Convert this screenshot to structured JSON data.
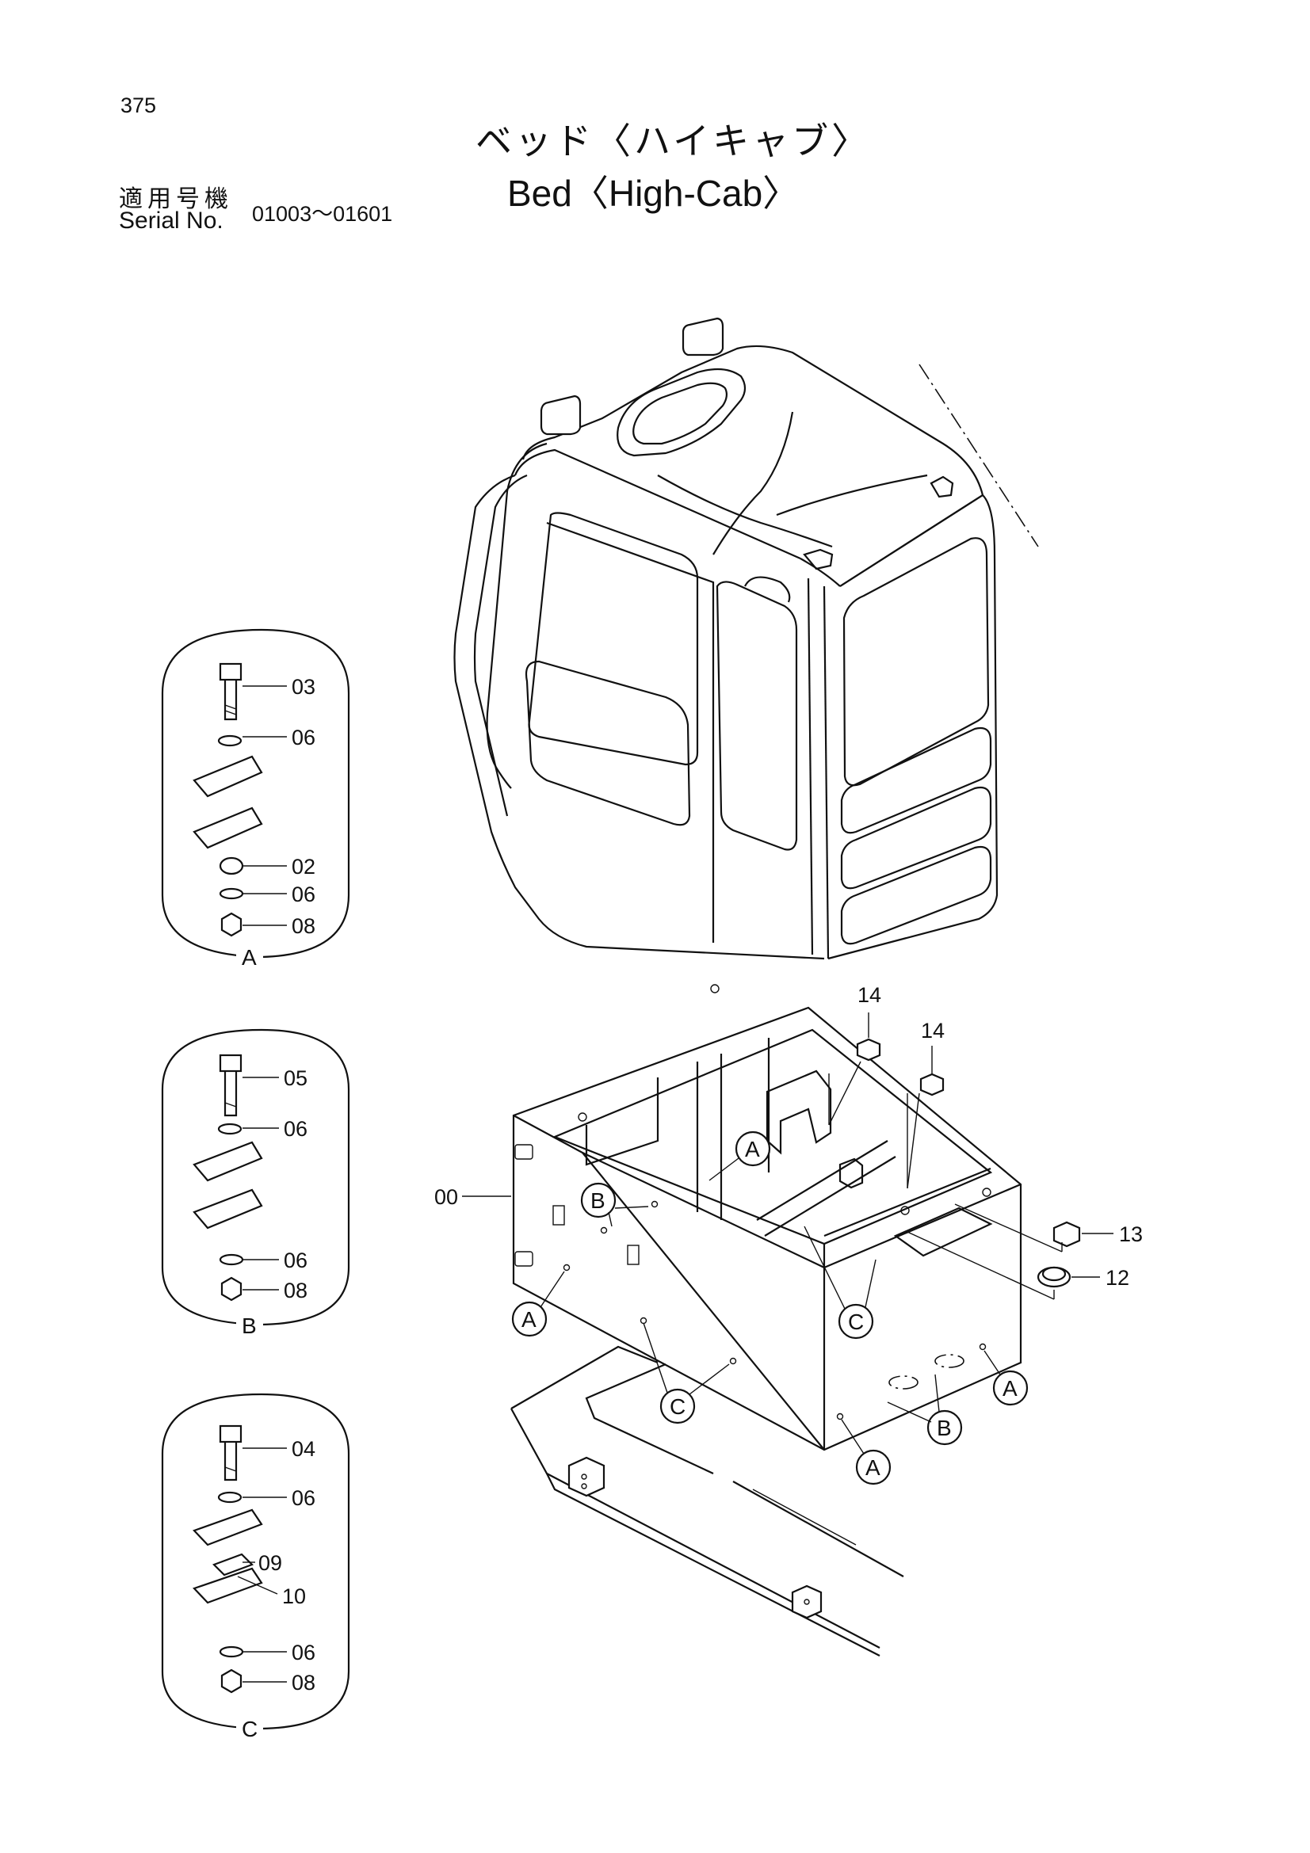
{
  "header": {
    "page_number": "375",
    "title_jp": "ベッド〈ハイキャブ〉",
    "title_en": "Bed〈High-Cab〉",
    "serial_label_jp": "適用号機",
    "serial_label_en": "Serial No.",
    "serial_range": "01003～01601"
  },
  "detail_views": [
    {
      "letter": "A",
      "parts": [
        "03",
        "06",
        "02",
        "06",
        "08"
      ]
    },
    {
      "letter": "B",
      "parts": [
        "05",
        "06",
        "06",
        "08"
      ]
    },
    {
      "letter": "C",
      "parts": [
        "04",
        "06",
        "09",
        "10",
        "06",
        "08"
      ]
    }
  ],
  "callouts": {
    "bed": "00",
    "plug_a": "14",
    "plug_b": "14",
    "cap": "13",
    "grommet": "12"
  },
  "refs": {
    "a": "A",
    "b": "B",
    "c": "C"
  }
}
